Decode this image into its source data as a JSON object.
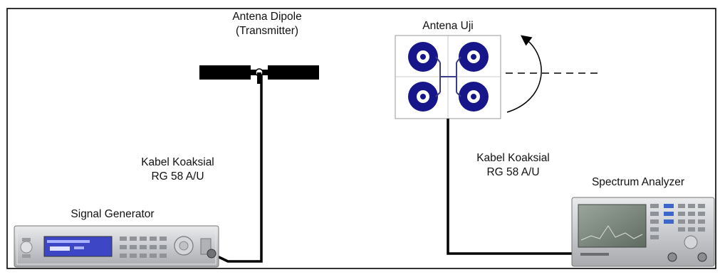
{
  "labels": {
    "dipole_line1": "Antena Dipole",
    "dipole_line2": "(Transmitter)",
    "test_antenna": "Antena Uji",
    "cable_left_line1": "Kabel Koaksial",
    "cable_left_line2": "RG 58 A/U",
    "cable_right_line1": "Kabel Koaksial",
    "cable_right_line2": "RG 58 A/U",
    "signal_generator": "Signal Generator",
    "spectrum_analyzer": "Spectrum Analyzer"
  },
  "colors": {
    "frame": "#000000",
    "antenna_body": "#000000",
    "patch_blue": "#16168a",
    "cable": "#000000",
    "instrument_silver": "#c9cbcf",
    "sg_display": "#3d47c6",
    "sa_screen": "#7d877f"
  },
  "icons": {
    "rotation_arrow": "curved-arrow-icon",
    "rotation_axis": "dashed-axis-line"
  }
}
